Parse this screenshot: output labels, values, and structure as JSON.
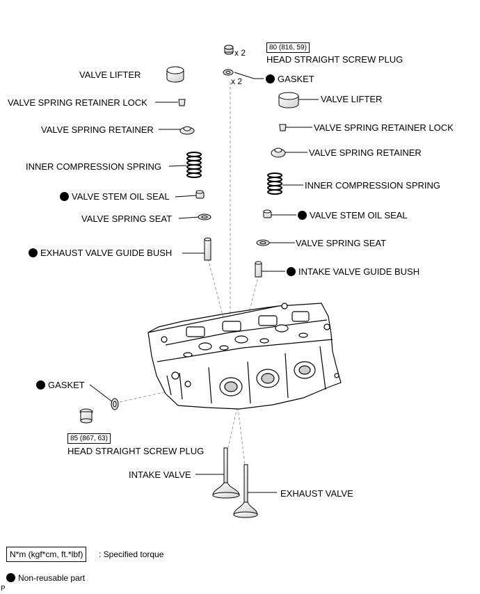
{
  "labels": {
    "valve_lifter_left": "VALVE LIFTER",
    "retainer_lock_left": "VALVE SPRING RETAINER LOCK",
    "retainer_left": "VALVE SPRING RETAINER",
    "inner_spring_left": "INNER COMPRESSION SPRING",
    "stem_seal_left": "VALVE STEM OIL SEAL",
    "spring_seat_left": "VALVE SPRING SEAT",
    "exhaust_guide_bush": "EXHAUST VALVE GUIDE BUSH",
    "gasket_left": "GASKET",
    "plug_left": "HEAD STRAIGHT SCREW PLUG",
    "intake_valve": "INTAKE VALVE",
    "exhaust_valve": "EXHAUST VALVE",
    "plug_top": "HEAD STRAIGHT SCREW PLUG",
    "gasket_top": "GASKET",
    "valve_lifter_right": "VALVE LIFTER",
    "retainer_lock_right": "VALVE SPRING RETAINER LOCK",
    "retainer_right": "VALVE SPRING RETAINER",
    "inner_spring_right": "INNER COMPRESSION SPRING",
    "stem_seal_right": "VALVE STEM OIL SEAL",
    "spring_seat_right": "VALVE SPRING SEAT",
    "intake_guide_bush": "INTAKE VALVE GUIDE BUSH"
  },
  "torques": {
    "top_plug": "80 (816, 59)",
    "left_plug": "85 (867, 63)"
  },
  "multipliers": {
    "plug_top": "x 2",
    "gasket_top": "x 2"
  },
  "legend": {
    "torque_box": "N*m (kgf*cm, ft.*lbf)",
    "torque_text": ": Specified torque",
    "non_reusable": "Non-reusable part"
  },
  "corner_code": "P",
  "icons": {
    "non_reusable_marker": "filled-circle-icon"
  }
}
